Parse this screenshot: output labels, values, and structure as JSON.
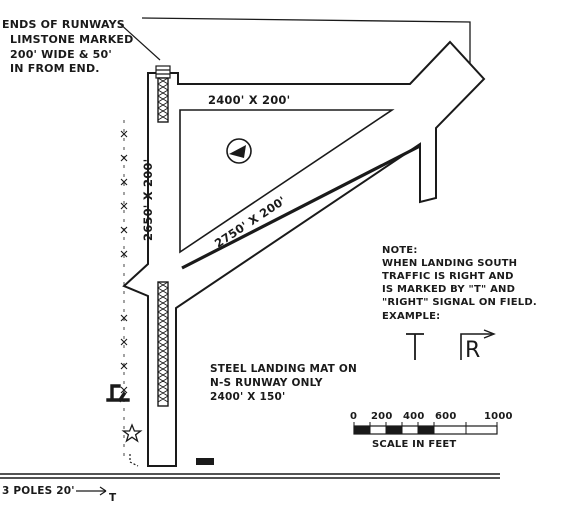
{
  "ends_note": {
    "line1": "ENDS OF RUNWAYS",
    "line2": "LIMSTONE MARKED",
    "line3": "200' WIDE & 50'",
    "line4": "IN FROM END."
  },
  "runways": {
    "ew_label": "2400' X 200'",
    "ns_label": "2650' X 200'",
    "diag_label": "2750' X 200'"
  },
  "note": {
    "line1": "NOTE:",
    "line2": "WHEN LANDING SOUTH",
    "line3": "TRAFFIC IS RIGHT AND",
    "line4": "IS MARKED BY \"T\" AND",
    "line5": "\"RIGHT\" SIGNAL ON FIELD.",
    "line6": "EXAMPLE:",
    "example_t": "T",
    "example_r": "R"
  },
  "mat_note": {
    "line1": "STEEL LANDING MAT ON",
    "line2": "N-S RUNWAY ONLY",
    "line3": "2400' X 150'"
  },
  "scale": {
    "ticks": [
      "0",
      "200",
      "400",
      "600",
      "1000"
    ],
    "caption": "SCALE IN FEET"
  },
  "poles": {
    "label": "3 POLES 20'",
    "marker": "T"
  },
  "colors": {
    "ink": "#1a1a1a",
    "paper": "#ffffff"
  },
  "icons": [
    "north-arrow-icon",
    "beacon-star-icon",
    "windsock-icon",
    "fence-x-marks"
  ]
}
